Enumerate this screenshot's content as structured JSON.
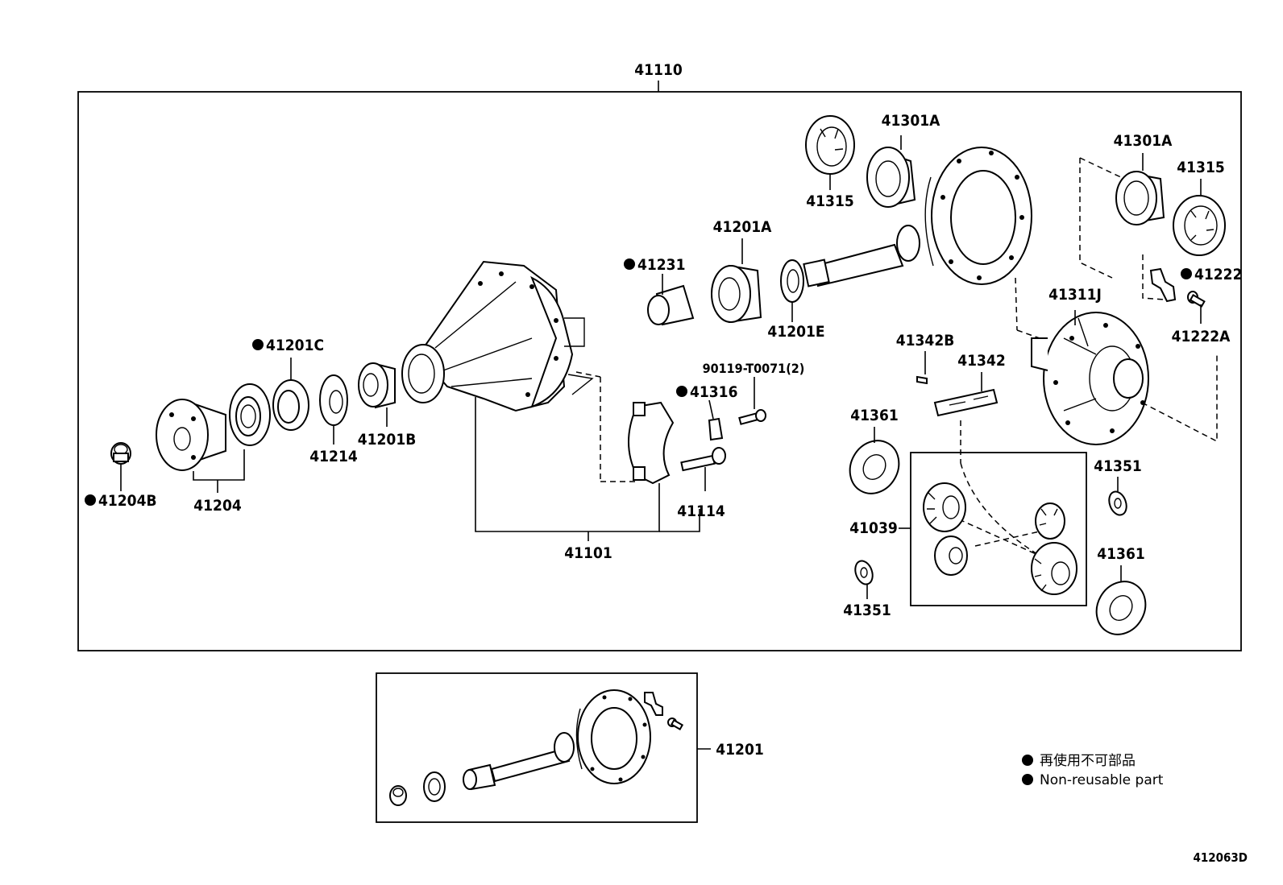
{
  "labels": {
    "assembly": "41110",
    "diff_carrier": "41101",
    "ring_pinion_set": "41201",
    "companion_flange_set": "41204",
    "flange_nut": "41204B",
    "oil_seal": "41201C",
    "deflector": "41214",
    "bearing_front": "41201B",
    "spacer": "41231",
    "bearing_rear": "41201A",
    "washer_e": "41201E",
    "bearing_cup": "41315",
    "bearing_cone_left": "41301A",
    "bearing_cup_left": "41315",
    "bearing_cone_right": "41301A",
    "bearing_cup_right": "41315",
    "lock_plate": "41222",
    "lock_bolt": "41222A",
    "bolt_90119": "90119-T0071(2)",
    "lock_41316": "41316",
    "cap_bolt": "41114",
    "diff_case": "41311J",
    "pin_lock": "41342B",
    "pinion_shaft": "41342",
    "side_washer_top": "41361",
    "side_washer_bottom": "41361",
    "thrust_washer_right": "41351",
    "thrust_washer_left": "41351",
    "gear_kit": "41039"
  },
  "legend": {
    "line_jp": "再使用不可部品",
    "line_en": "Non-reusable part"
  },
  "figure_id": "412063D",
  "colors": {
    "ink": "#000000",
    "paper": "#ffffff"
  }
}
